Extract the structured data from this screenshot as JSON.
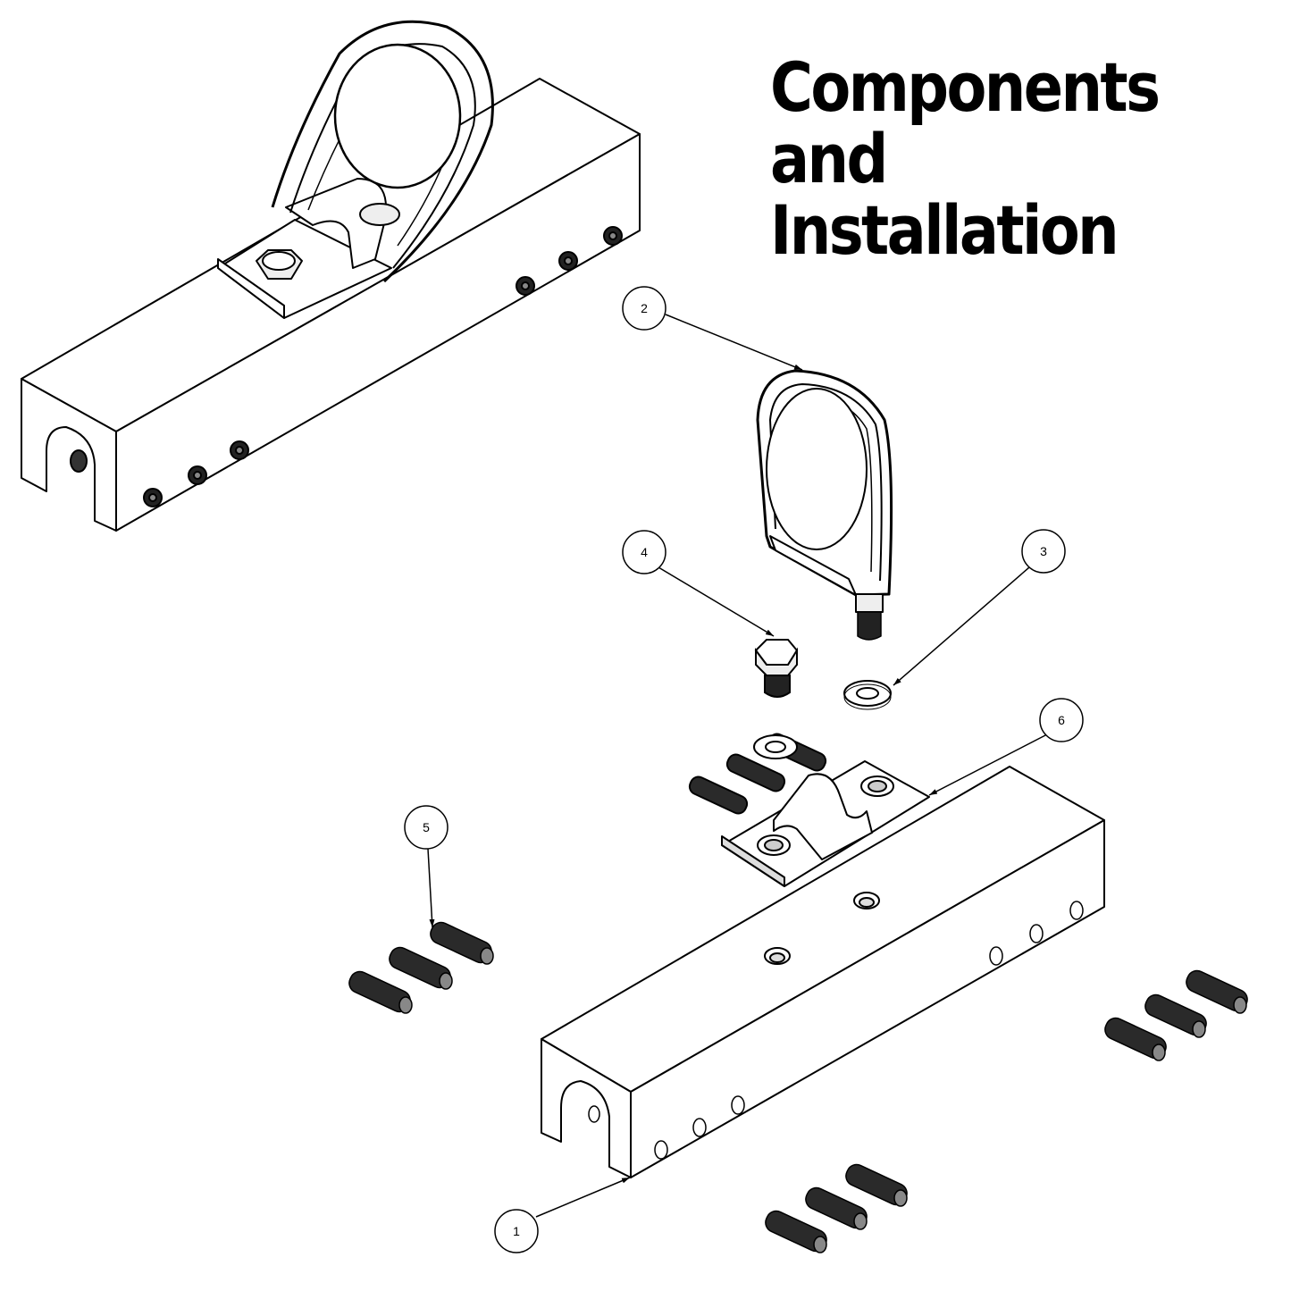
{
  "title": {
    "line1": "Components and",
    "line2": "Installation"
  },
  "callouts": [
    {
      "number": "1"
    },
    {
      "number": "2"
    },
    {
      "number": "3"
    },
    {
      "number": "4"
    },
    {
      "number": "5"
    },
    {
      "number": "6"
    }
  ],
  "colors": {
    "line": "#000000",
    "background": "#ffffff",
    "thread": "#2a2a2a"
  }
}
